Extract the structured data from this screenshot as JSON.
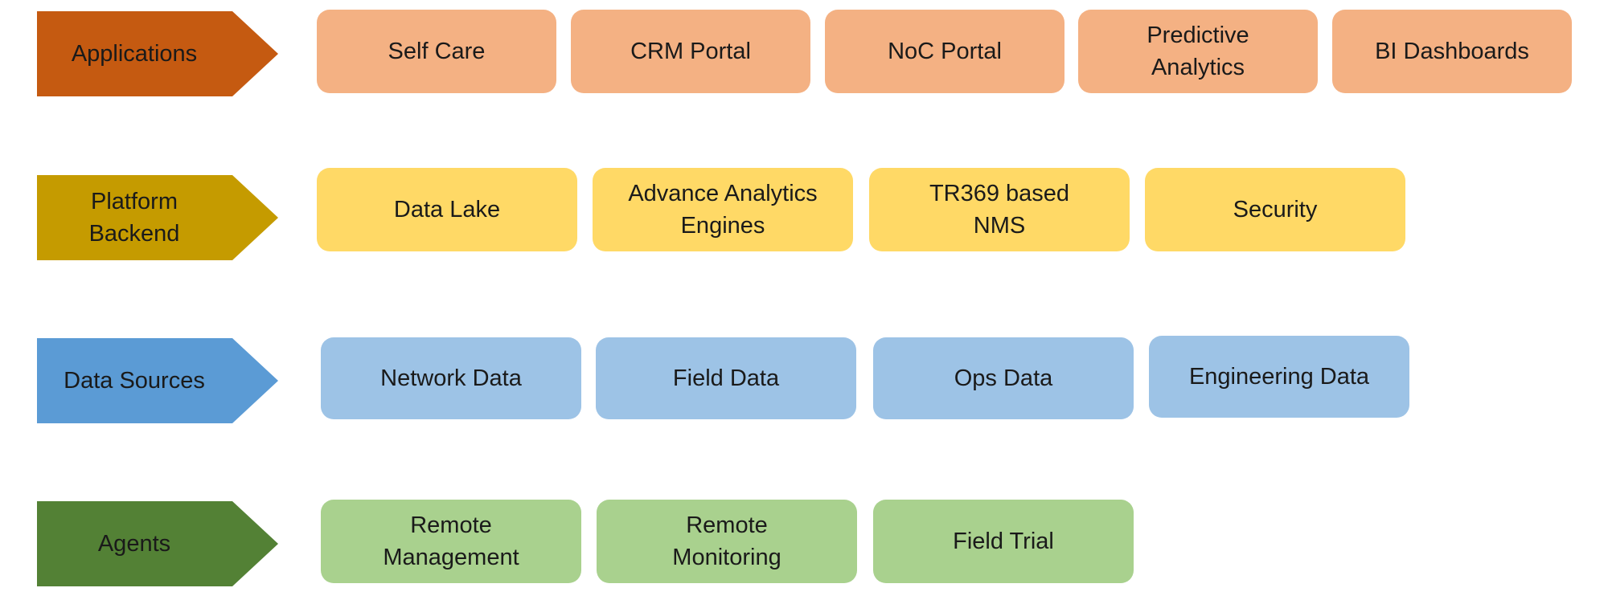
{
  "colors": {
    "applications_arrow": "#c55a11",
    "applications_box": "#f4b183",
    "platform_arrow": "#c59b00",
    "platform_box": "#ffd966",
    "data_sources_arrow": "#5b9bd5",
    "data_sources_box": "#9dc3e6",
    "agents_arrow": "#538135",
    "agents_box": "#a9d18e"
  },
  "layers": [
    {
      "label": "Applications",
      "items": [
        "Self Care",
        "CRM Portal",
        "NoC Portal",
        "Predictive Analytics",
        "BI Dashboards"
      ]
    },
    {
      "label": "Platform Backend",
      "items": [
        "Data Lake",
        "Advance Analytics Engines",
        "TR369 based NMS",
        "Security"
      ]
    },
    {
      "label": "Data Sources",
      "items": [
        "Network Data",
        "Field Data",
        "Ops Data",
        "Engineering Data"
      ]
    },
    {
      "label": "Agents",
      "items": [
        "Remote Management",
        "Remote Monitoring",
        "Field Trial"
      ]
    }
  ]
}
